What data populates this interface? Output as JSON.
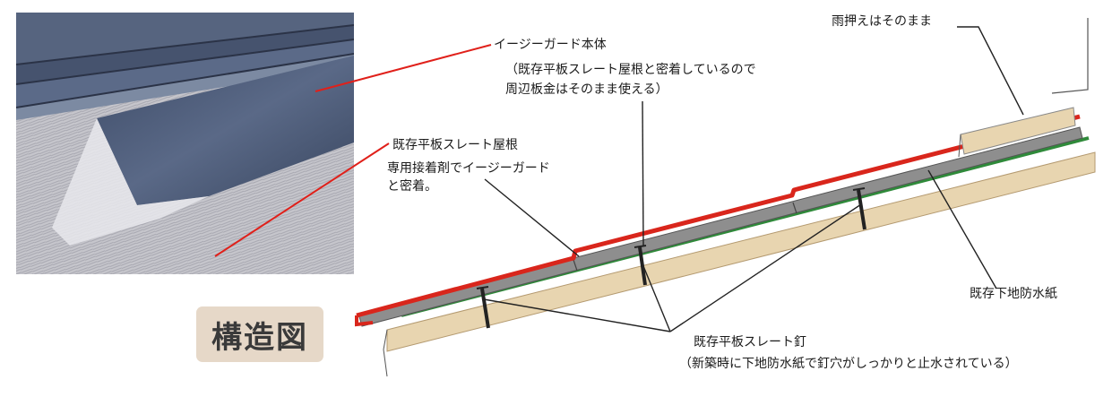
{
  "title": "構造図",
  "labels": {
    "easy_guard_body": "イージーガード本体",
    "easy_guard_note_1": "（既存平板スレート屋根と密着しているので",
    "easy_guard_note_2": "周辺板金はそのまま使える）",
    "existing_slate_roof": "既存平板スレート屋根",
    "slate_note_1": "専用接着剤でイージーガード",
    "slate_note_2": "と密着。",
    "flashing": "雨押えはそのまま",
    "underlay": "既存下地防水紙",
    "slate_nail": "既存平板スレート釘",
    "slate_nail_note": "（新築時に下地防水紙で釘穴がしっかりと止水されている）"
  },
  "colors": {
    "panel_red": "#d9261c",
    "underlay_green": "#2f8a3a",
    "board_wood": "#e8d5b0",
    "slate_grey": "#8e8e8e",
    "photo_roof_navy": "#4d5c7a",
    "photo_slate": "#c9c9cf",
    "title_bg": "#e6d8c8"
  }
}
